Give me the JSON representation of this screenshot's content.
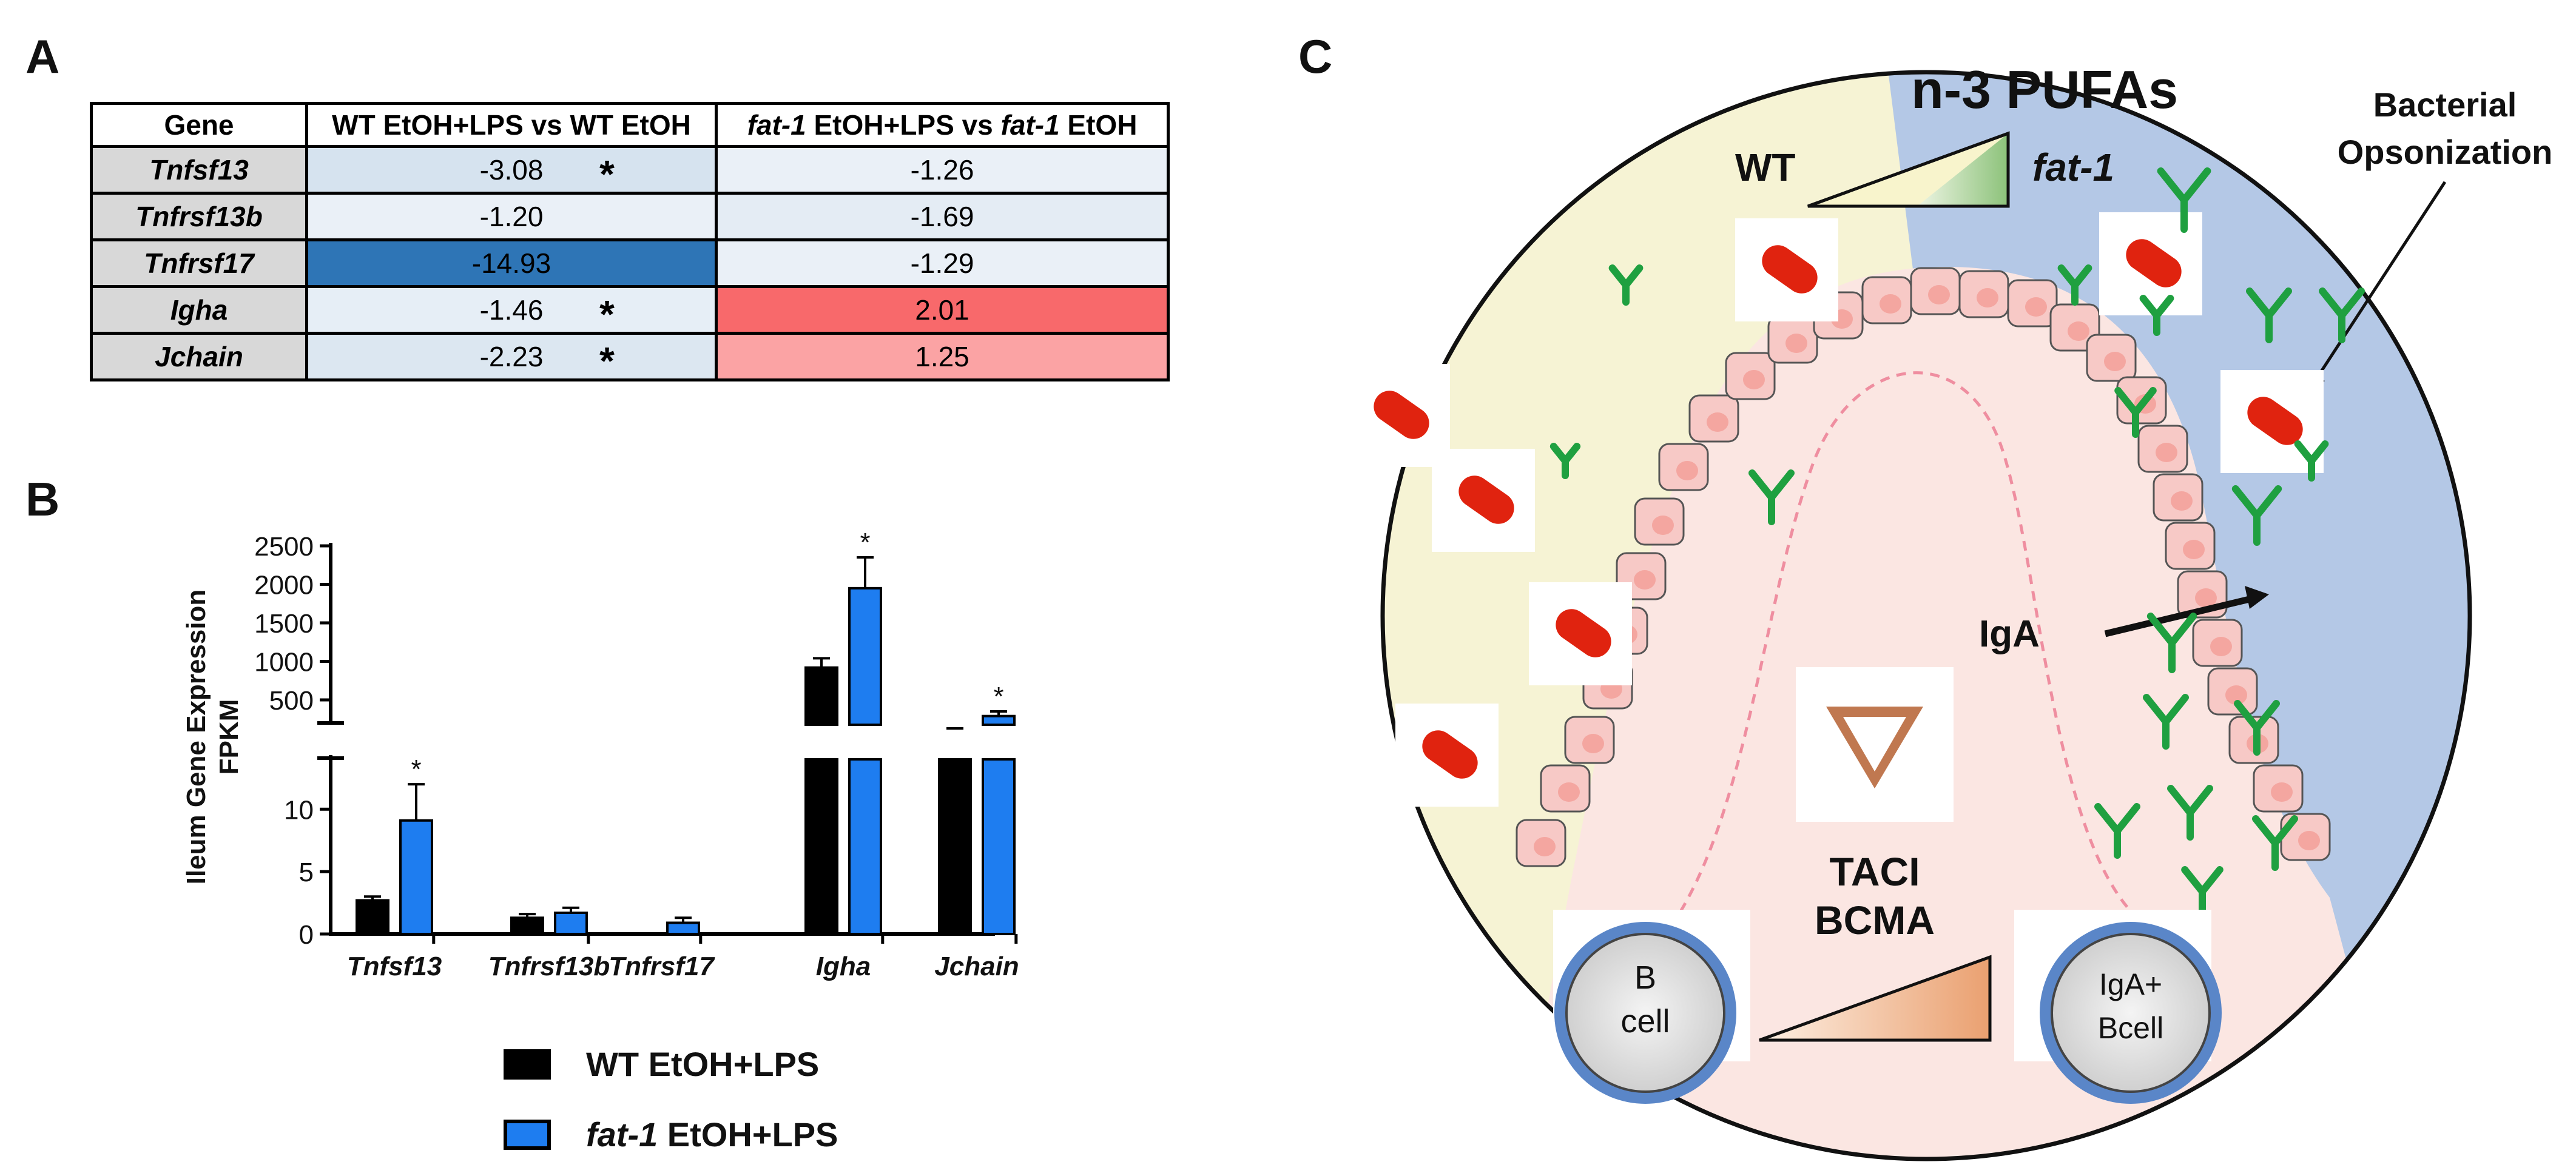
{
  "panel_labels": {
    "a": "A",
    "b": "B",
    "c": "C"
  },
  "table": {
    "headers": [
      "Gene",
      "WT EtOH+LPS vs WT EtOH",
      "fat-1 EtOH+LPS vs fat-1 EtOH"
    ],
    "header_parts": {
      "fat1": "fat-1",
      "c2_mid": " EtOH+LPS vs ",
      "c2_end": " EtOH"
    },
    "rows": [
      {
        "gene": "Tnfsf13",
        "wt": "-3.08",
        "wt_sig": "*",
        "fat1": "-1.26",
        "wt_color": "#d6e3ef",
        "fat1_color": "#eaf0f7"
      },
      {
        "gene": "Tnfrsf13b",
        "wt": "-1.20",
        "wt_sig": "",
        "fat1": "-1.69",
        "wt_color": "#eaf0f7",
        "fat1_color": "#e4ecf4"
      },
      {
        "gene": "Tnfrsf17",
        "wt": "-14.93",
        "wt_sig": "",
        "fat1": "-1.29",
        "wt_color": "#2e75b6",
        "fat1_color": "#eaf0f7"
      },
      {
        "gene": "Igha",
        "wt": "-1.46",
        "wt_sig": "*",
        "fat1": "2.01",
        "wt_color": "#e6eef6",
        "fat1_color": "#f8696b"
      },
      {
        "gene": "Jchain",
        "wt": "-2.23",
        "wt_sig": "*",
        "fat1": "1.25",
        "wt_color": "#dce7f1",
        "fat1_color": "#fba3a4"
      }
    ]
  },
  "chart_data": {
    "type": "bar",
    "categories": [
      "Tnfsf13",
      "Tnfrsf13b",
      "Tnfrsf17",
      "Igha",
      "Jchain"
    ],
    "ylabel": "Ileum Gene Expression\nFPKM",
    "ylabel_lines": [
      "Ileum Gene Expression",
      "FPKM"
    ],
    "y_axis_broken": true,
    "lower_ylim": [
      0,
      14
    ],
    "lower_ticks": [
      "0",
      "5",
      "10"
    ],
    "upper_ylim": [
      300,
      2500
    ],
    "upper_ticks": [
      "500",
      "1000",
      "1500",
      "2000",
      "2500"
    ],
    "series": [
      {
        "name": "WT EtOH+LPS",
        "color": "#000000",
        "values": [
          2.7,
          1.3,
          0,
          920,
          120
        ],
        "errors": [
          0.3,
          0.3,
          0,
          120,
          10
        ],
        "significance": [
          "",
          "",
          "",
          "",
          ""
        ]
      },
      {
        "name": "fat-1 EtOH+LPS",
        "color": "#1e7df0",
        "values": [
          9.1,
          1.7,
          0.9,
          1950,
          290
        ],
        "errors": [
          2.9,
          0.4,
          0.4,
          400,
          60
        ],
        "significance": [
          "*",
          "",
          "",
          "*",
          "*"
        ]
      }
    ]
  },
  "legend": {
    "items": [
      {
        "label": "WT EtOH+LPS",
        "color": "#000000"
      },
      {
        "label_italic": "fat-1",
        "label_rest": " EtOH+LPS",
        "color": "#1e7df0"
      }
    ]
  },
  "diagram": {
    "title": "n-3 PUFAs",
    "wt_label": "WT",
    "fat1_label": "fat-1",
    "bacterial_label_lines": [
      "Bacterial",
      "Opsonization"
    ],
    "iga_label": "IgA",
    "receptor_lines": [
      "TACI",
      "BCMA"
    ],
    "b_cell_lines": [
      "B",
      "cell"
    ],
    "iga_b_cell_lines": [
      "IgA+",
      "Bcell"
    ],
    "colors": {
      "wt_bg": "#f6f3d4",
      "fat1_bg": "#b4c8e6",
      "antibody": "#1fa040",
      "bacterium": "#e0230f",
      "cell": "#f7c9c6"
    }
  }
}
